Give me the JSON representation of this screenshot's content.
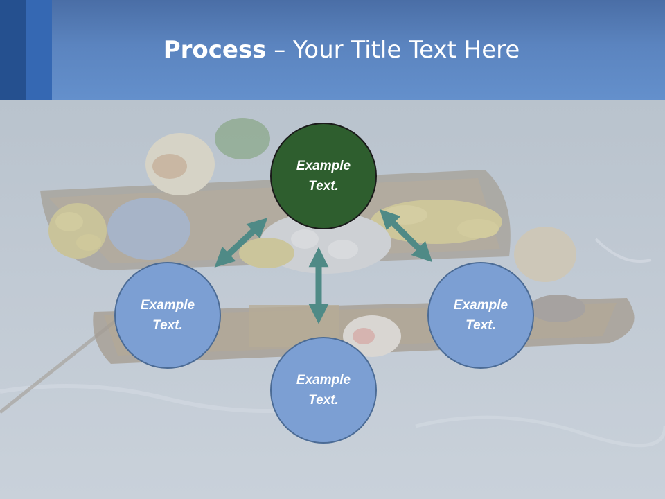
{
  "slide": {
    "title_bold": "Process",
    "title_rest": " – Your Title Text Here"
  },
  "diagram": {
    "nodes": [
      {
        "id": "top",
        "label_line1": "Example",
        "label_line2": "Text.",
        "color": "#2e5e2e"
      },
      {
        "id": "left",
        "label_line1": "Example",
        "label_line2": "Text.",
        "color": "#7c9fd3"
      },
      {
        "id": "right",
        "label_line1": "Example",
        "label_line2": "Text.",
        "color": "#7c9fd3"
      },
      {
        "id": "bottom",
        "label_line1": "Example",
        "label_line2": "Text.",
        "color": "#7c9fd3"
      }
    ],
    "arrow_color": "#4f8a86"
  },
  "colors": {
    "header": "#5b84bf",
    "header_stripe_dark": "#25508f",
    "header_stripe_mid": "#3568b3"
  }
}
